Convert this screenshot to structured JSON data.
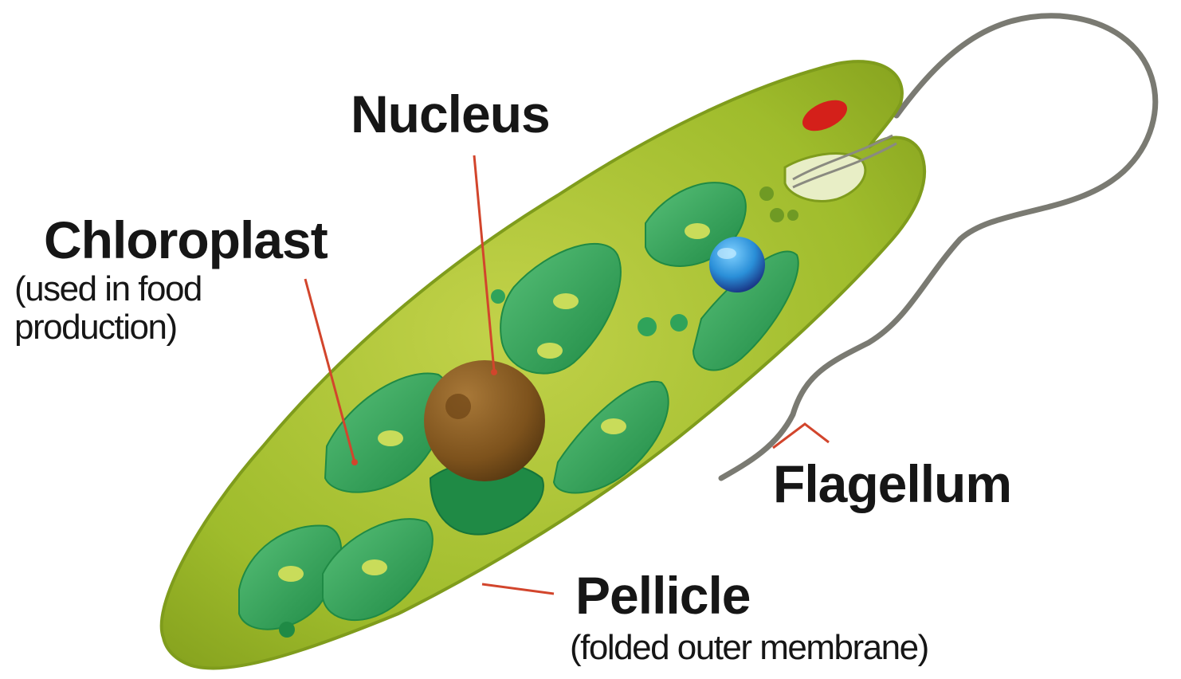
{
  "labels": {
    "nucleus": "Nucleus",
    "chloroplast": "Chloroplast",
    "chloroplast_note_line1": "(used in food",
    "chloroplast_note_line2": "production)",
    "flagellum": "Flagellum",
    "pellicle": "Pellicle",
    "pellicle_note": "(folded outer membrane)"
  },
  "colors": {
    "body_fill": "#9fbc2c",
    "body_edge": "#7f9c1c",
    "chloroplast_fill": "#2fa35a",
    "chloroplast_dark": "#1f8a45",
    "pyrenoid": "#c9dc5a",
    "nucleus_fill": "#8a5a22",
    "eyespot": "#d4201a",
    "vacuole": "#2a8fd8",
    "flagellum": "#7a7a72",
    "leader_line": "#d2452c",
    "text": "#161616"
  }
}
